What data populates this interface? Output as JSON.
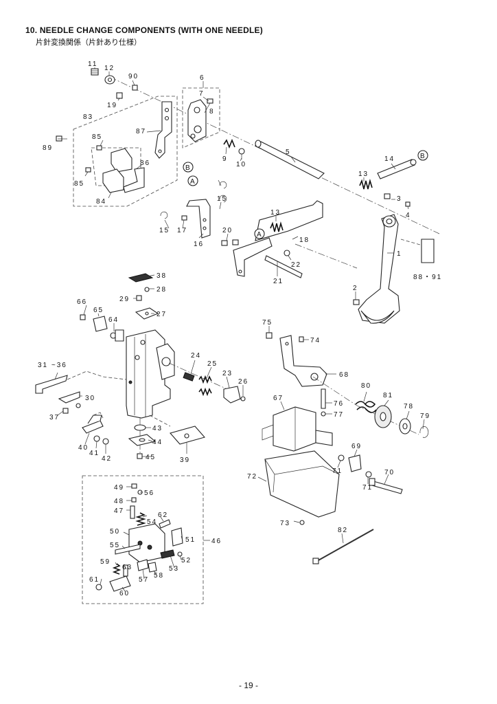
{
  "header": {
    "title": "10. NEEDLE CHANGE COMPONENTS (WITH ONE NEEDLE)",
    "subtitle": "片針変換関係（片針あり仕様）"
  },
  "callouts": {
    "c1": "1",
    "c2": "2",
    "c3": "3",
    "c4": "4",
    "c5": "5",
    "c6": "6",
    "c7": "7",
    "c8": "8",
    "c9": "9",
    "c10": "10",
    "c11": "11",
    "c12": "12",
    "c13a": "13",
    "c13b": "13",
    "c14": "14",
    "c15a": "15",
    "c15b": "15",
    "c16": "16",
    "c17": "17",
    "c18": "18",
    "c19": "19",
    "c20": "20",
    "c21": "21",
    "c22": "22",
    "c23": "23",
    "c24": "24",
    "c25": "25",
    "c26": "26",
    "c27": "27",
    "c28": "28",
    "c29": "29",
    "c30": "30",
    "c3136": "31 ~36",
    "c37": "37",
    "c38": "38",
    "c39": "39",
    "c40": "40",
    "c41": "41",
    "c42": "42",
    "c43": "43",
    "c44": "44",
    "c45": "45",
    "c46": "46",
    "c47": "47",
    "c48": "48",
    "c49": "49",
    "c50": "50",
    "c51": "51",
    "c52": "52",
    "c53": "53",
    "c54": "54",
    "c55": "55",
    "c56": "56",
    "c57": "57",
    "c58": "58",
    "c59": "59",
    "c60": "60",
    "c61": "61",
    "c62": "62",
    "c63": "63",
    "c64": "64",
    "c65": "65",
    "c66": "66",
    "c67": "67",
    "c68": "68",
    "c69": "69",
    "c70": "70",
    "c71a": "71",
    "c71b": "71",
    "c72": "72",
    "c73": "73",
    "c74": "74",
    "c75": "75",
    "c76": "76",
    "c77": "77",
    "c78": "78",
    "c79": "79",
    "c80": "80",
    "c81": "81",
    "c82": "82",
    "c83": "83",
    "c84": "84",
    "c85a": "85",
    "c85b": "85",
    "c86": "86",
    "c87": "87",
    "c8891": "88・91",
    "c89": "89",
    "c90": "90"
  },
  "markers": {
    "a1": "A",
    "a2": "A",
    "b1": "B",
    "b2": "B"
  },
  "footer": {
    "page_number": "- 19 -"
  }
}
